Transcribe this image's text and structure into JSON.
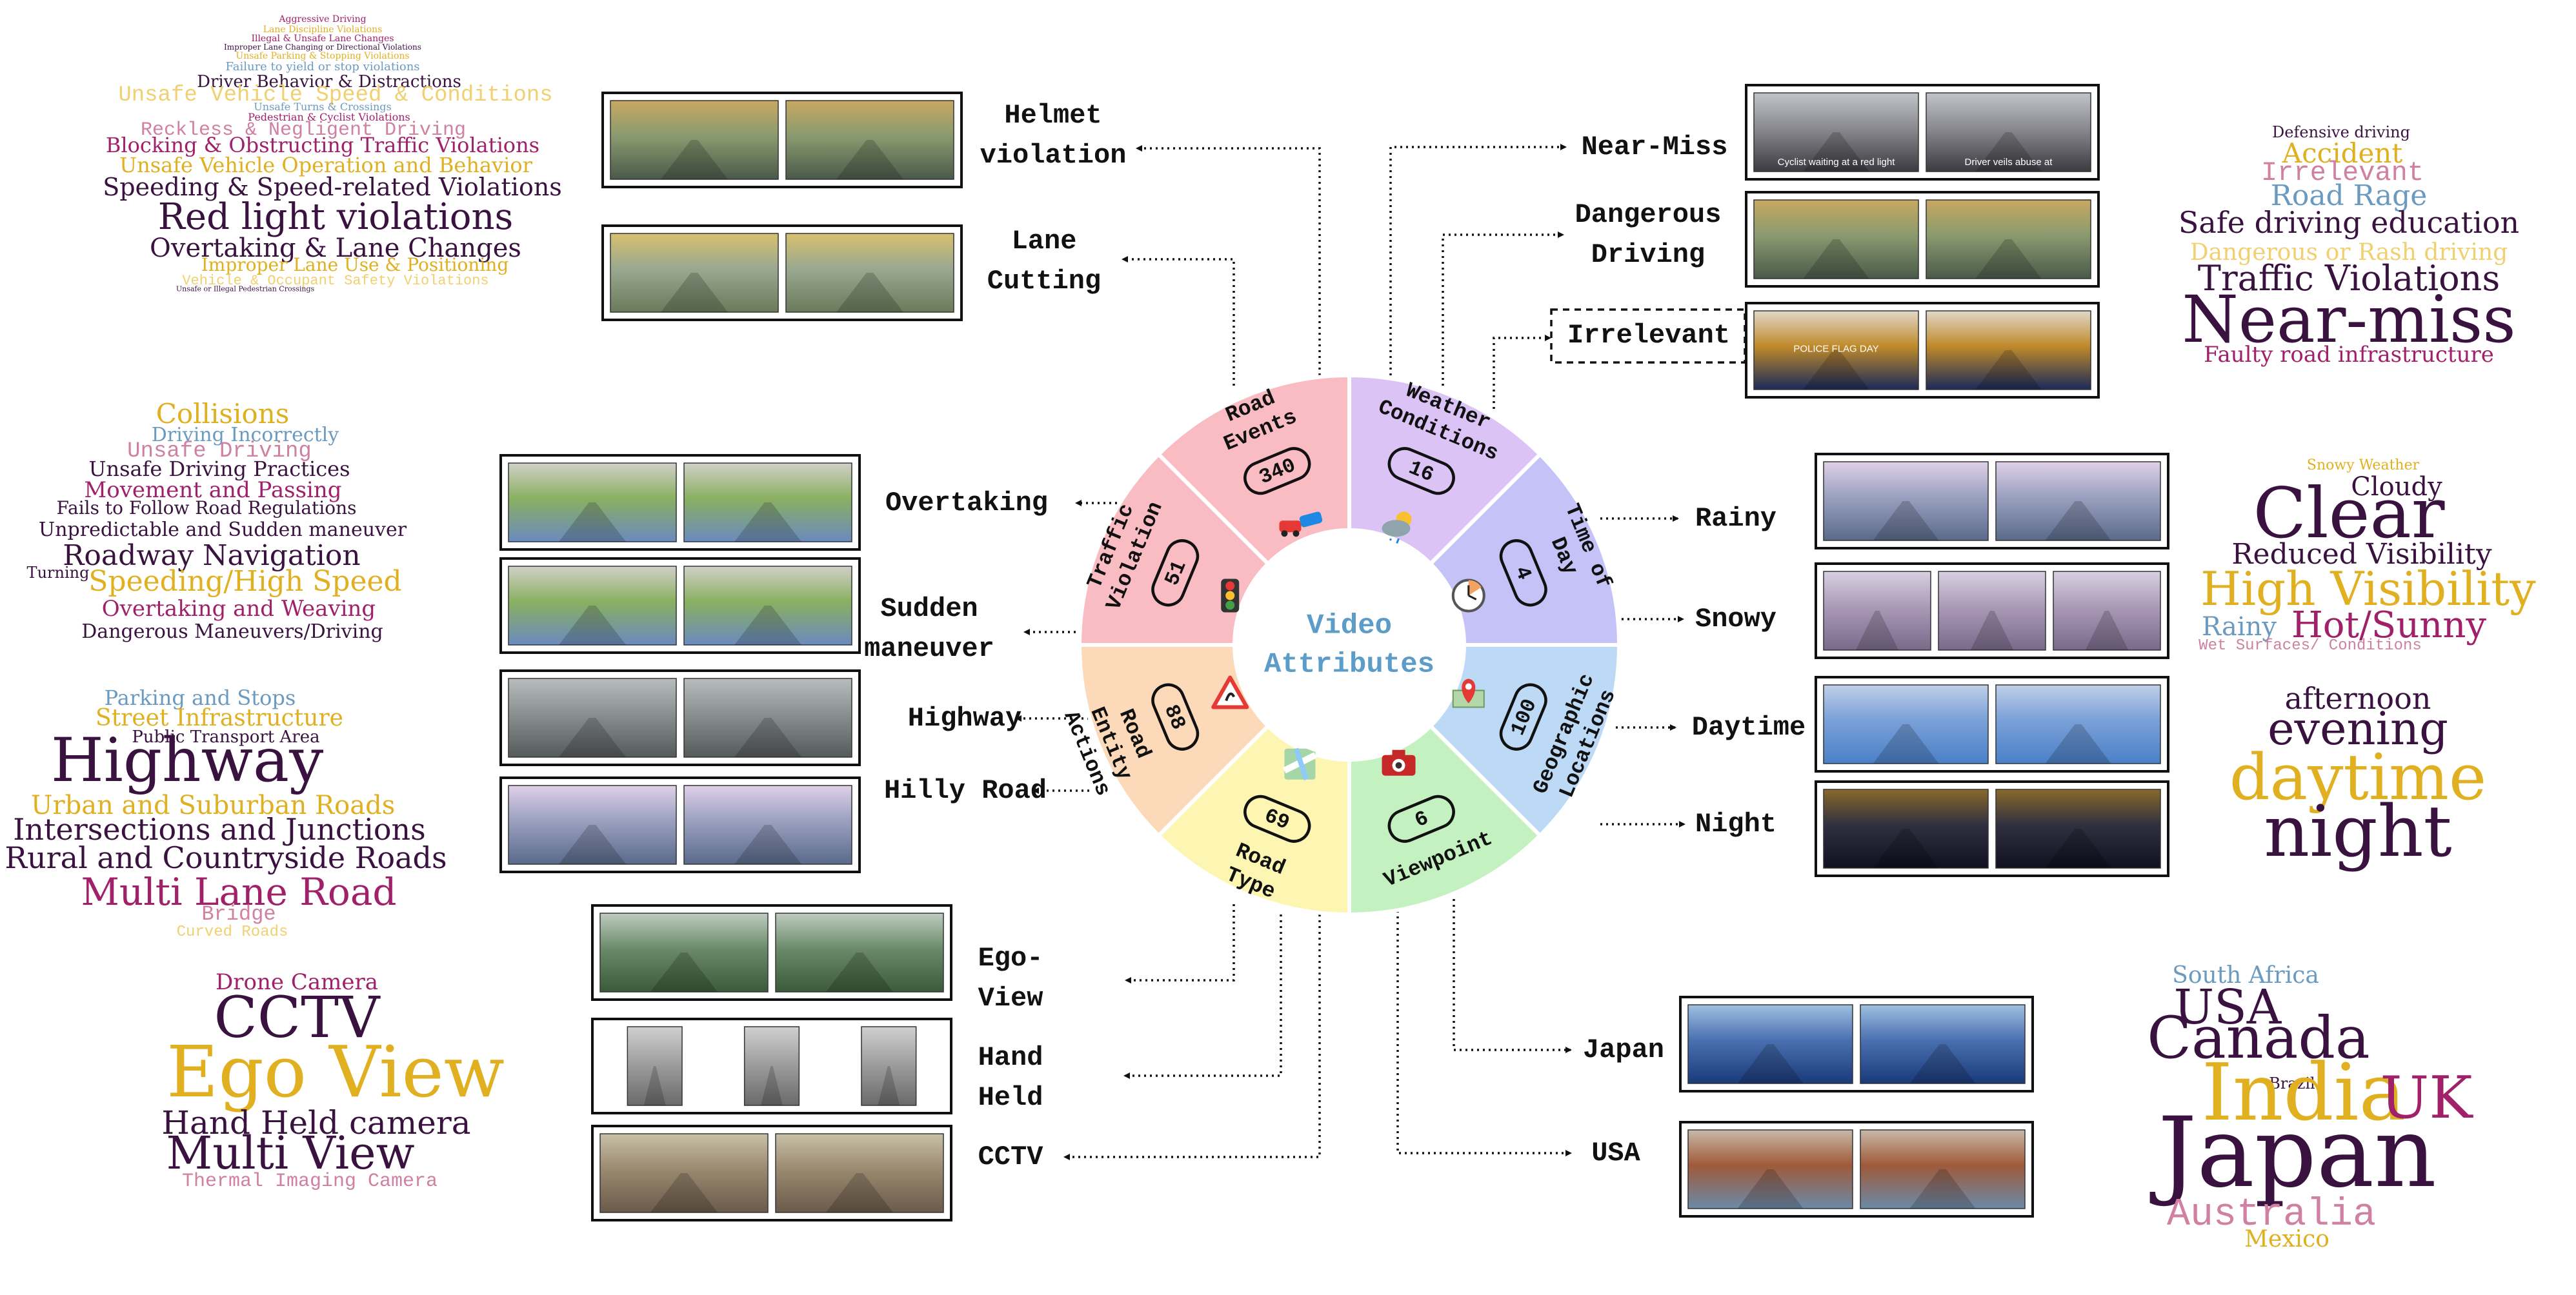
{
  "center": {
    "line1": "Video",
    "line2": "Attributes"
  },
  "segments": [
    {
      "name": "Traffic Violation",
      "lines": [
        "Traffic",
        "Violation"
      ],
      "count": "51",
      "color": "#f9bcc3",
      "icon": "traffic-light-icon"
    },
    {
      "name": "Road Events",
      "lines": [
        "Road",
        "Events"
      ],
      "count": "340",
      "color": "#f9bcc3",
      "icon": "car-crash-icon"
    },
    {
      "name": "Weather Conditions",
      "lines": [
        "Weather",
        "Conditions"
      ],
      "count": "16",
      "color": "#dcc3f6",
      "icon": "weather-icon"
    },
    {
      "name": "Time of Day",
      "lines": [
        "Time of",
        "Day"
      ],
      "count": "4",
      "color": "#c5c2f7",
      "icon": "clock-icon"
    },
    {
      "name": "Geographic Locations",
      "lines": [
        "Geographic",
        "Locations"
      ],
      "count": "100",
      "color": "#bcd9f6",
      "icon": "location-pin-icon"
    },
    {
      "name": "Viewpoint",
      "lines": [
        "Viewpoint"
      ],
      "count": "6",
      "color": "#c4f1c0",
      "icon": "camera-icon"
    },
    {
      "name": "Road Type",
      "lines": [
        "Road",
        "Type"
      ],
      "count": "69",
      "color": "#fdf6b3",
      "icon": "road-map-icon"
    },
    {
      "name": "Road Entity Actions",
      "lines": [
        "Road",
        "Entity",
        "Actions"
      ],
      "count": "88",
      "color": "#fcd9b9",
      "icon": "warning-sign-icon"
    }
  ],
  "labels": [
    {
      "text": [
        "Helmet",
        "violation"
      ],
      "photos": 2,
      "tone": "street"
    },
    {
      "text": [
        "Lane",
        "Cutting"
      ],
      "photos": 2,
      "tone": "road"
    },
    {
      "text": [
        "Overtaking"
      ],
      "photos": 2,
      "tone": "highway"
    },
    {
      "text": [
        "Sudden",
        "maneuver"
      ],
      "photos": 2,
      "tone": "highway"
    },
    {
      "text": [
        "Highway"
      ],
      "photos": 2,
      "tone": "gray"
    },
    {
      "text": [
        "Hilly Road"
      ],
      "photos": 2,
      "tone": "rain"
    },
    {
      "text": [
        "Ego-",
        "View"
      ],
      "photos": 2,
      "tone": "green"
    },
    {
      "text": [
        "Hand",
        "Held"
      ],
      "photos": 3,
      "tone": "vertical"
    },
    {
      "text": [
        "CCTV"
      ],
      "photos": 2,
      "tone": "cctv"
    },
    {
      "text": [
        "Near-Miss"
      ],
      "photos": 2,
      "tone": "car",
      "captions": [
        "Cyclist waiting at a red light",
        "Driver veils abuse at"
      ]
    },
    {
      "text": [
        "Dangerous",
        "Driving"
      ],
      "photos": 2,
      "tone": "street"
    },
    {
      "text": [
        "Irrelevant"
      ],
      "photos": 2,
      "tone": "flag",
      "captions": [
        "POLICE FLAG DAY",
        ""
      ]
    },
    {
      "text": [
        "Rainy"
      ],
      "photos": 2,
      "tone": "rain"
    },
    {
      "text": [
        "Snowy"
      ],
      "photos": 3,
      "tone": "snow"
    },
    {
      "text": [
        "Daytime"
      ],
      "photos": 2,
      "tone": "sky"
    },
    {
      "text": [
        "Night"
      ],
      "photos": 2,
      "tone": "night"
    },
    {
      "text": [
        "Japan"
      ],
      "photos": 2,
      "tone": "blue"
    },
    {
      "text": [
        "USA"
      ],
      "photos": 2,
      "tone": "city"
    }
  ],
  "wordclouds": {
    "traffic_violation": [
      {
        "text": "Aggressive Driving",
        "color": "#a0206a"
      },
      {
        "text": "Lane Discipline Violations",
        "color": "#e0b020"
      },
      {
        "text": "Illegal & Unsafe Lane Changes",
        "color": "#a0206a"
      },
      {
        "text": "Improper Lane Changing or Directional Violations",
        "color": "#3a1240"
      },
      {
        "text": "Unsafe Parking & Stopping Violations",
        "color": "#e0b020"
      },
      {
        "text": "Failure to yield or stop violations",
        "color": "#6a9ac0"
      },
      {
        "text": "Driver Behavior & Distractions",
        "color": "#3a1240"
      },
      {
        "text": "Unsafe Vehicle Speed & Conditions",
        "color": "#f0d070"
      },
      {
        "text": "Unsafe Turns & Crossings",
        "color": "#6a9ac0"
      },
      {
        "text": "Pedestrian & Cyclist Violations",
        "color": "#a0206a"
      },
      {
        "text": "Reckless & Negligent Driving",
        "color": "#d080a0"
      },
      {
        "text": "Blocking & Obstructing Traffic Violations",
        "color": "#a0206a"
      },
      {
        "text": "Unsafe Vehicle Operation and Behavior",
        "color": "#e0b020"
      },
      {
        "text": "Speeding & Speed-related Violations",
        "color": "#3a1240"
      },
      {
        "text": "Red light violations",
        "color": "#3a1240"
      },
      {
        "text": "Overtaking & Lane Changes",
        "color": "#3a1240"
      },
      {
        "text": "Improper Lane Use & Positioning",
        "color": "#e0b020"
      },
      {
        "text": "Vehicle & Occupant Safety Violations",
        "color": "#f0d070"
      },
      {
        "text": "Unsafe or Illegal Pedestrian Crossings",
        "color": "#3a1240"
      }
    ],
    "road_entity": [
      {
        "text": "Collisions",
        "color": "#e0b020"
      },
      {
        "text": "Driving Incorrectly",
        "color": "#6a9ac0"
      },
      {
        "text": "Unsafe Driving",
        "color": "#d080a0"
      },
      {
        "text": "Unsafe Driving Practices",
        "color": "#3a1240"
      },
      {
        "text": "Movement and Passing",
        "color": "#a0206a"
      },
      {
        "text": "Fails to Follow Road Regulations",
        "color": "#3a1240"
      },
      {
        "text": "Unpredictable and Sudden maneuver",
        "color": "#3a1240"
      },
      {
        "text": "Roadway Navigation",
        "color": "#3a1240"
      },
      {
        "text": "Turning",
        "color": "#3a1240"
      },
      {
        "text": "Speeding/High Speed",
        "color": "#e0b020"
      },
      {
        "text": "Overtaking and Weaving",
        "color": "#a0206a"
      },
      {
        "text": "Dangerous Maneuvers/Driving",
        "color": "#3a1240"
      }
    ],
    "road_type": [
      {
        "text": "Parking and Stops",
        "color": "#6a9ac0"
      },
      {
        "text": "Street Infrastructure",
        "color": "#e0b020"
      },
      {
        "text": "Public Transport Area",
        "color": "#3a1240"
      },
      {
        "text": "Highway",
        "color": "#3a1240"
      },
      {
        "text": "Urban and Suburban Roads",
        "color": "#e0b020"
      },
      {
        "text": "Intersections and Junctions",
        "color": "#3a1240"
      },
      {
        "text": "Rural and Countryside Roads",
        "color": "#3a1240"
      },
      {
        "text": "Multi Lane Road",
        "color": "#a0206a"
      },
      {
        "text": "Bridge",
        "color": "#d080a0"
      },
      {
        "text": "Curved Roads",
        "color": "#f0d070"
      }
    ],
    "viewpoint": [
      {
        "text": "Drone Camera",
        "color": "#a0206a"
      },
      {
        "text": "CCTV",
        "color": "#3a1240"
      },
      {
        "text": "Ego View",
        "color": "#e0b020"
      },
      {
        "text": "Hand Held camera",
        "color": "#3a1240"
      },
      {
        "text": "Multi View",
        "color": "#3a1240"
      },
      {
        "text": "Thermal Imaging Camera",
        "color": "#d080a0"
      }
    ],
    "road_events": [
      {
        "text": "Defensive driving",
        "color": "#3a1240"
      },
      {
        "text": "Accident",
        "color": "#e0b020"
      },
      {
        "text": "Irrelevant",
        "color": "#d080a0"
      },
      {
        "text": "Road Rage",
        "color": "#6a9ac0"
      },
      {
        "text": "Safe driving education",
        "color": "#3a1240"
      },
      {
        "text": "Dangerous or Rash driving",
        "color": "#f0d070"
      },
      {
        "text": "Traffic Violations",
        "color": "#3a1240"
      },
      {
        "text": "Near-miss",
        "color": "#3a1240"
      },
      {
        "text": "Faulty road infrastructure",
        "color": "#a0206a"
      }
    ],
    "weather": [
      {
        "text": "Snowy Weather",
        "color": "#e0b020"
      },
      {
        "text": "Clear",
        "color": "#3a1240"
      },
      {
        "text": "Cloudy",
        "color": "#3a1240"
      },
      {
        "text": "Reduced Visibility",
        "color": "#3a1240"
      },
      {
        "text": "High Visibility",
        "color": "#e0b020"
      },
      {
        "text": "Rainy",
        "color": "#6a9ac0"
      },
      {
        "text": "Hot/Sunny",
        "color": "#a0206a"
      },
      {
        "text": "Wet Surfaces/ Conditions",
        "color": "#d080a0"
      }
    ],
    "time_of_day": [
      {
        "text": "afternoon",
        "color": "#3a1240"
      },
      {
        "text": "evening",
        "color": "#3a1240"
      },
      {
        "text": "daytime",
        "color": "#e0b020"
      },
      {
        "text": "night",
        "color": "#3a1240"
      }
    ],
    "locations": [
      {
        "text": "South Africa",
        "color": "#6a9ac0"
      },
      {
        "text": "USA",
        "color": "#3a1240"
      },
      {
        "text": "Canada",
        "color": "#3a1240"
      },
      {
        "text": "Brazil",
        "color": "#3a1240"
      },
      {
        "text": "India",
        "color": "#e0b020"
      },
      {
        "text": "UK",
        "color": "#a0206a"
      },
      {
        "text": "Japan",
        "color": "#3a1240"
      },
      {
        "text": "Australia",
        "color": "#d080a0"
      },
      {
        "text": "Mexico",
        "color": "#e0b020"
      }
    ]
  }
}
